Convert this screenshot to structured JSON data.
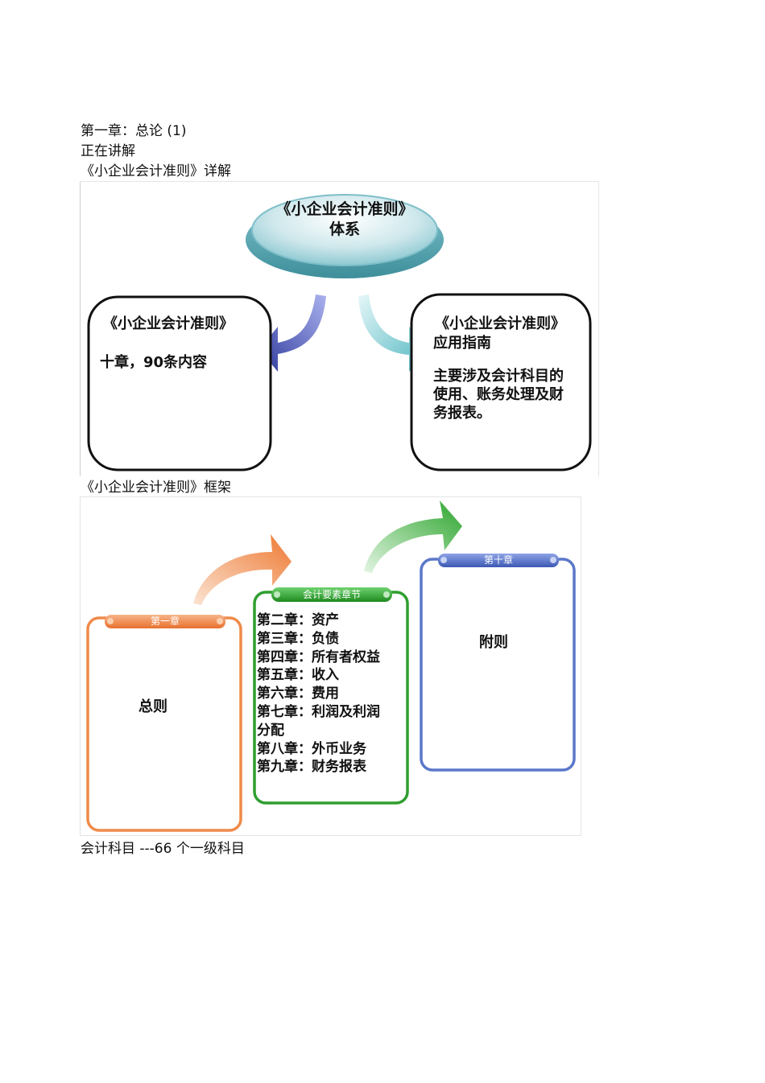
{
  "heading": {
    "chapter": "第一章：总论 (1)",
    "status": "正在讲解",
    "section1_title": "《小企业会计准则》详解",
    "section2_title": "《小企业会计准则》框架",
    "footer_line": "会计科目 ---66 个一级科目"
  },
  "diagram1": {
    "top_node": {
      "line1": "《小企业会计准则》",
      "line2": "体系"
    },
    "left_box": {
      "title": "《小企业会计准则》",
      "body": "十章，90条内容"
    },
    "right_box": {
      "title": "《小企业会计准则》",
      "subtitle": "应用指南",
      "body_lines": [
        "主要涉及会计科目的",
        "使用、账务处理及财",
        "务报表。"
      ]
    },
    "colors": {
      "left_arrow": "#3d47a8",
      "right_arrow": "#5fc0c8",
      "disc": "#6fb8c4"
    }
  },
  "diagram2": {
    "box1": {
      "tab": "第一章",
      "body": "总则"
    },
    "box2": {
      "tab": "会计要素章节",
      "items": [
        "第二章：资产",
        "第三章：负债",
        "第四章：所有者权益",
        "第五章：收入",
        "第六章：费用",
        "第七章：利润及利润",
        "分配",
        "第八章：外币业务",
        "第九章：财务报表"
      ]
    },
    "box3": {
      "tab": "第十章",
      "body": "附则"
    },
    "colors": {
      "orange": "#ef8a4a",
      "green": "#2f9e2f",
      "blue": "#5a77c9"
    }
  }
}
